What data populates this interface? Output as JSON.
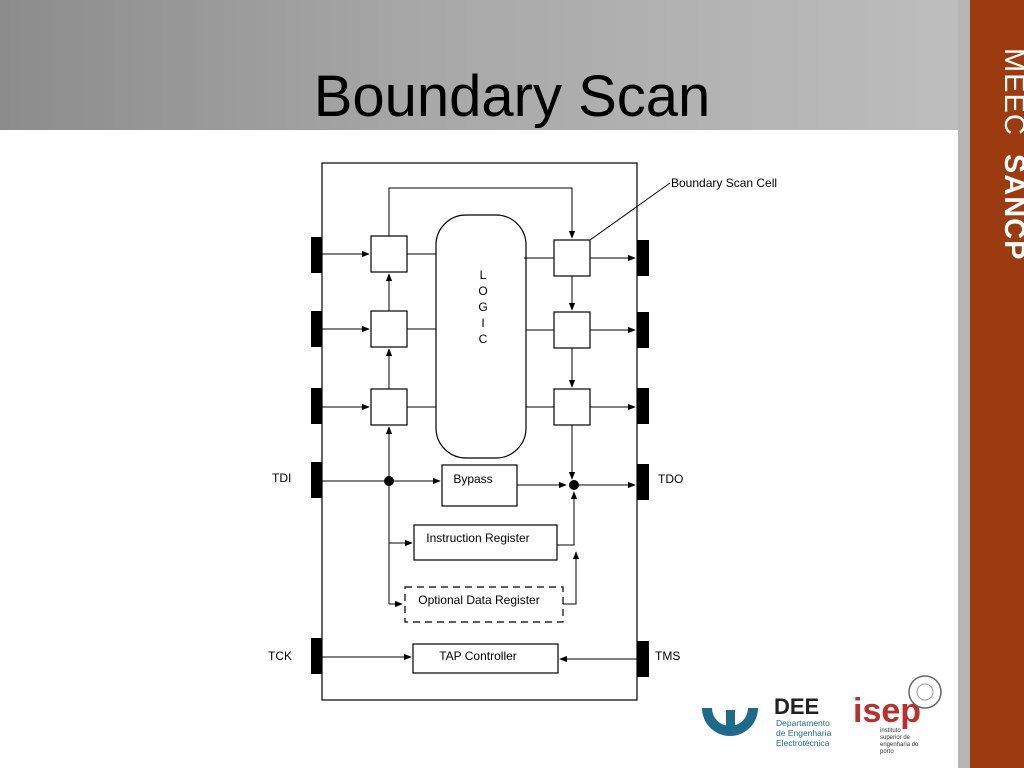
{
  "slide": {
    "title": "Boundary Scan",
    "sidebar_prefix": "MEEC",
    "sidebar_suffix": "SANCP",
    "accent_color": "#9c3a10"
  },
  "diagram": {
    "logic_letters": [
      "L",
      "O",
      "G",
      "I",
      "C"
    ],
    "callout_label": "Boundary Scan Cell",
    "bypass_label": "Bypass",
    "instruction_label": "Instruction Register",
    "optional_label": "Optional Data Register",
    "tap_label": "TAP Controller",
    "pins": {
      "tdi": "TDI",
      "tdo": "TDO",
      "tck": "TCK",
      "tms": "TMS"
    }
  },
  "logos": {
    "dee": {
      "name": "DEE",
      "line1": "Departamento",
      "line2": "de Engenharia",
      "line3": "Electrotécnica"
    },
    "isep": {
      "name": "isep",
      "line1": "instituto",
      "line2": "superior de",
      "line3": "engenharia do",
      "line4": "porto"
    }
  }
}
